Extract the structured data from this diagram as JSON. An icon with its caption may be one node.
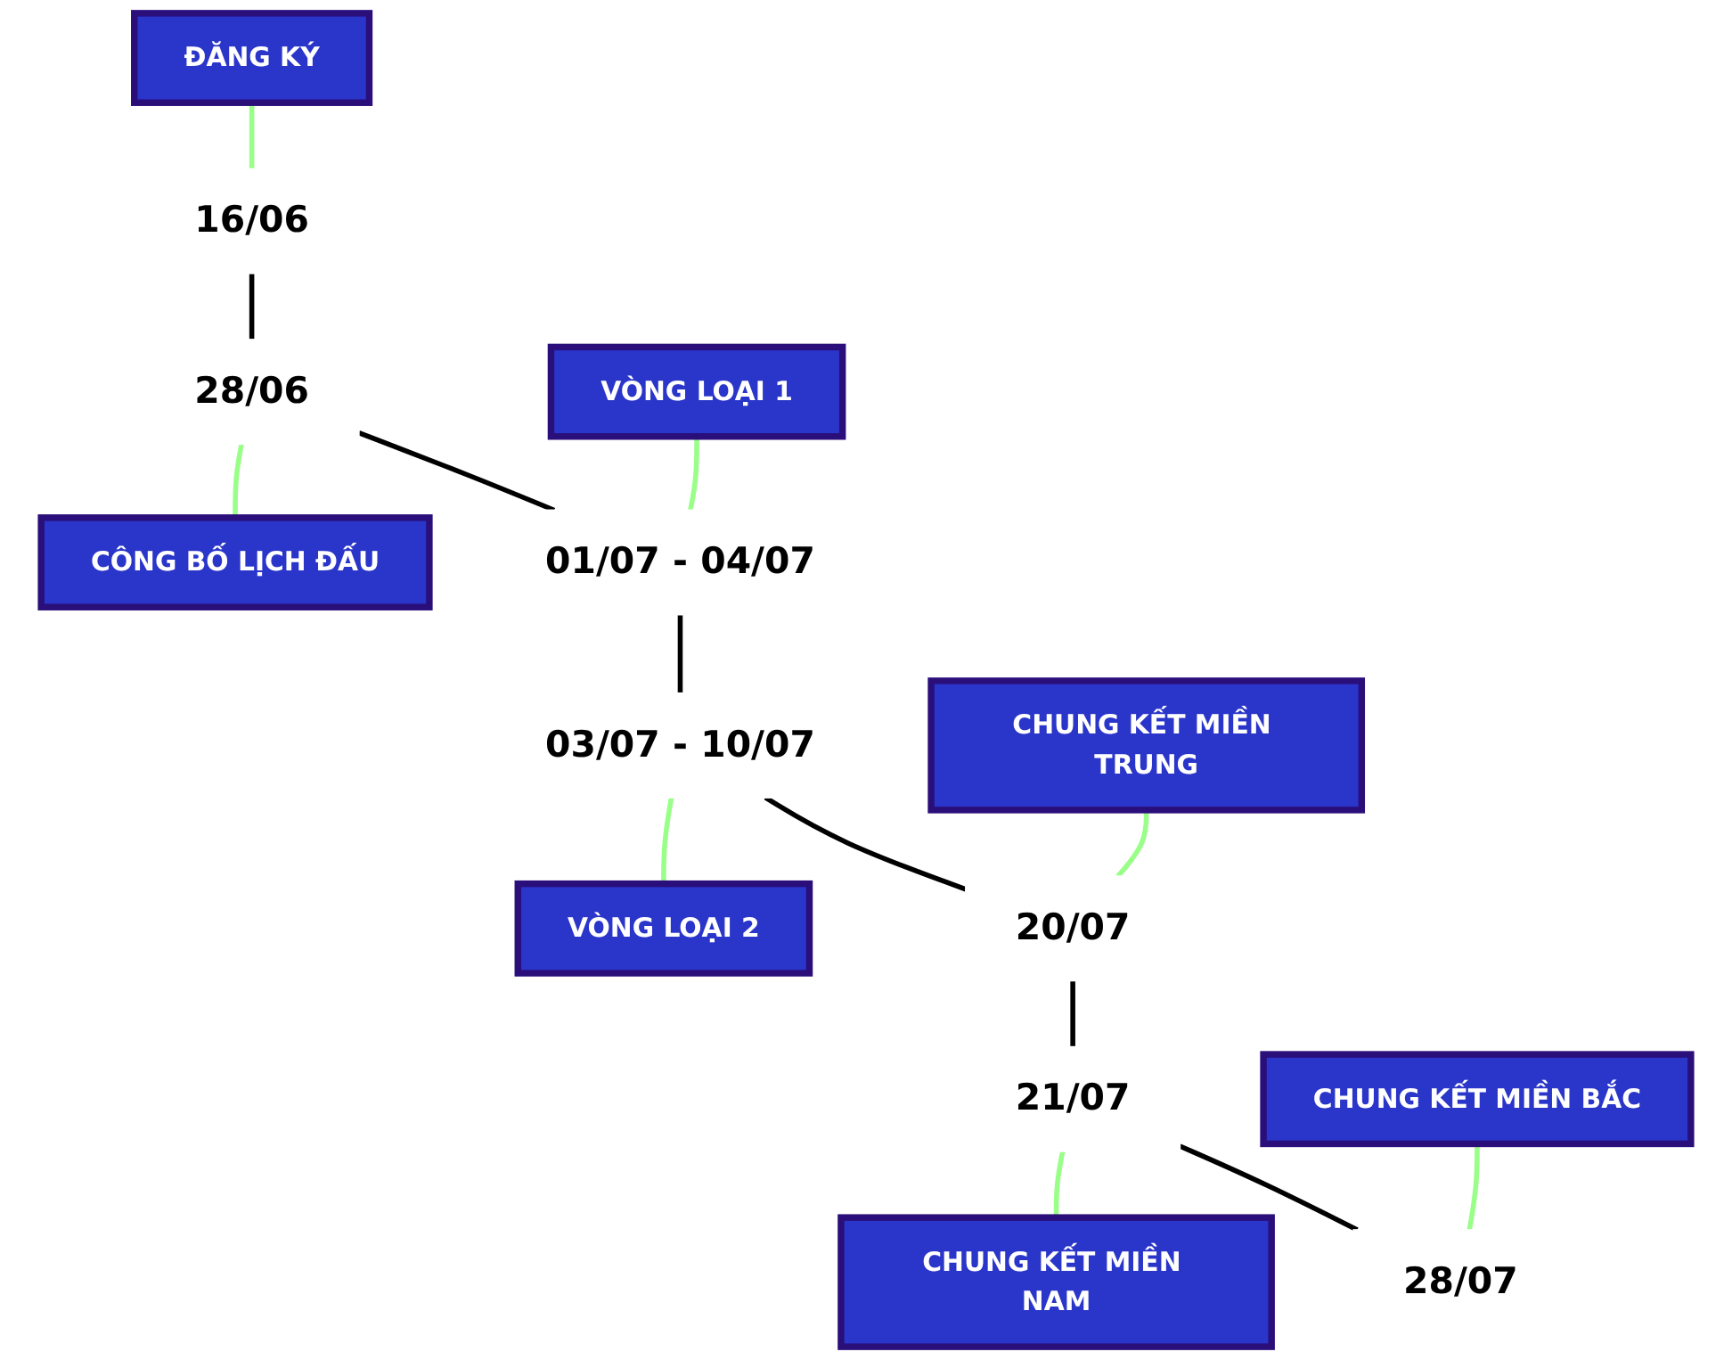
{
  "diagram": {
    "nodes": [
      {
        "text": [
          "ĐĂNG KÝ"
        ]
      },
      {
        "text": [
          "16/06"
        ]
      },
      {
        "text": [
          "28/06"
        ]
      },
      {
        "text": [
          "CÔNG BỐ LỊCH ĐẤU"
        ]
      },
      {
        "text": [
          "VÒNG LOẠI 1"
        ]
      },
      {
        "text": [
          "01/07 - 04/07"
        ]
      },
      {
        "text": [
          "03/07 - 10/07"
        ]
      },
      {
        "text": [
          "VÒNG LOẠI 2"
        ]
      },
      {
        "text": [
          "CHUNG KẾT MIỀN TRUNG"
        ]
      },
      {
        "text": [
          "20/07"
        ]
      },
      {
        "text": [
          "21/07"
        ]
      },
      {
        "text": [
          "CHUNG KẾT MIỀN NAM"
        ]
      },
      {
        "text": [
          "CHUNG KẾT MIỀN BẮC"
        ]
      },
      {
        "text": [
          "28/07"
        ]
      }
    ],
    "edges": [
      {
        "from": 0,
        "to": 1,
        "arrow": "none"
      },
      {
        "from": 1,
        "to": 2,
        "arrow": "none",
        "color": "#000000"
      },
      {
        "from": 2,
        "to": 3,
        "arrow": "none"
      },
      {
        "from": 4,
        "to": 5,
        "arrow": "none"
      },
      {
        "from": 2,
        "to": 5,
        "arrow": "none",
        "color": "#000000"
      },
      {
        "from": 5,
        "to": 6,
        "arrow": "none",
        "color": "#000000"
      },
      {
        "from": 6,
        "to": 7,
        "arrow": "none"
      },
      {
        "from": 8,
        "to": 9,
        "arrow": "none"
      },
      {
        "from": 6,
        "to": 9,
        "arrow": "none",
        "color": "#000000"
      },
      {
        "from": 9,
        "to": 10,
        "arrow": "none",
        "color": "#000000"
      },
      {
        "from": 10,
        "to": 11,
        "arrow": "none"
      },
      {
        "from": 12,
        "to": 13,
        "arrow": "none"
      },
      {
        "from": 10,
        "to": 13,
        "arrow": "none",
        "color": "#000000"
      }
    ]
  }
}
